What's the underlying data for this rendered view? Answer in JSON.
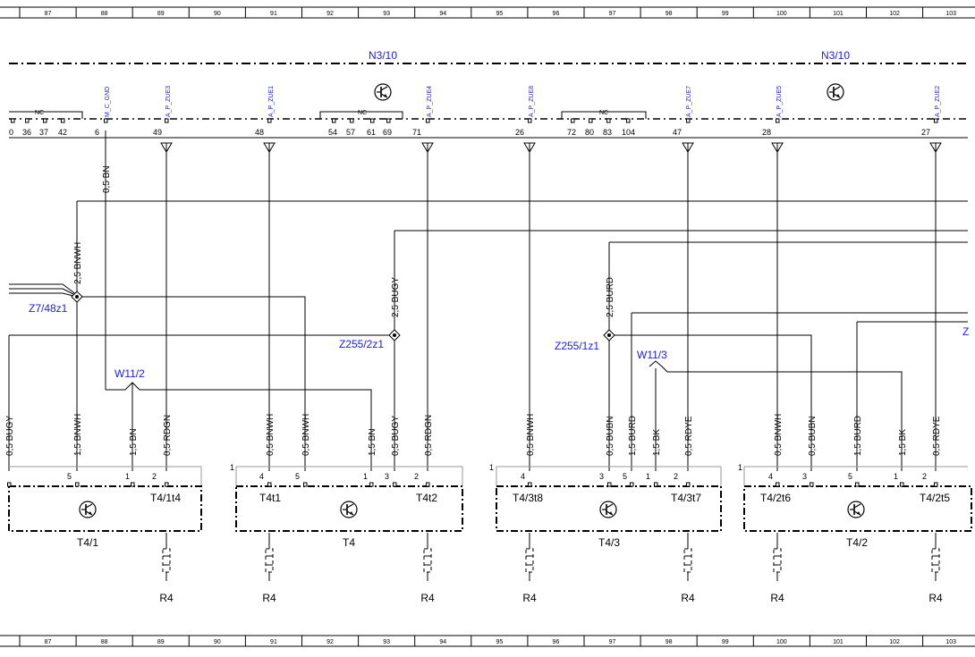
{
  "grid_columns": [
    "87",
    "88",
    "89",
    "90",
    "91",
    "92",
    "93",
    "94",
    "95",
    "96",
    "97",
    "98",
    "99",
    "100",
    "101",
    "102",
    "103"
  ],
  "colors": {
    "line": "#000000",
    "label": "#1a1aff"
  },
  "modules": {
    "left": "N3/10",
    "right": "N3/10"
  },
  "nc_label": "NC",
  "pin_labels": [
    "M_C_GND",
    "A_P_ZUE3",
    "A_P_ZUE1",
    "A_P_ZUE4",
    "A_P_ZUE8",
    "A_P_ZUE7",
    "A_P_ZUE5",
    "A_P_ZUE2"
  ],
  "pin_numbers": [
    "0",
    "36",
    "37",
    "42",
    "6",
    "49",
    "48",
    "54",
    "57",
    "61",
    "69",
    "71",
    "26",
    "72",
    "80",
    "83",
    "104",
    "47",
    "28",
    "27"
  ],
  "wires": [
    "0,5 BN",
    "2,5 BNWH",
    "2,5 BUGY",
    "2,5 BURD",
    "0,5 BUGY",
    "1,5 BNWH",
    "1,5 BN",
    "0,5 RDGN",
    "0,5 BNWH",
    "0,5 BNWH",
    "1,5 BN",
    "0,5 BUGY",
    "0,5 RDGN",
    "0,5 BNWH",
    "0,5 BUBN",
    "1,5 BURD",
    "1,5 BK",
    "0,5 RDYE",
    "0,5 BNWH",
    "0,5 BUBN",
    "1,5 BURD",
    "1,5 BK",
    "0,5 RDYE"
  ],
  "splices": [
    "Z7/48z1",
    "Z255/2z1",
    "Z255/1z1",
    "Z"
  ],
  "shields": [
    "W11/2",
    "W11/3"
  ],
  "connector_pins": [
    "5",
    "1",
    "2",
    "1",
    "4",
    "5",
    "1",
    "3",
    "2",
    "1",
    "4",
    "3",
    "5",
    "1",
    "2",
    "1",
    "4",
    "3",
    "5",
    "1",
    "2"
  ],
  "connectors": [
    "T4/1t4",
    "T4t1",
    "T4t2",
    "T4/3t8",
    "T4/3t7",
    "T4/2t6",
    "T4/2t5"
  ],
  "components": [
    "T4/1",
    "T4",
    "T4/3",
    "T4/2"
  ],
  "loads": [
    "R4",
    "R4",
    "R4",
    "R4",
    "R4",
    "R4",
    "R4"
  ]
}
